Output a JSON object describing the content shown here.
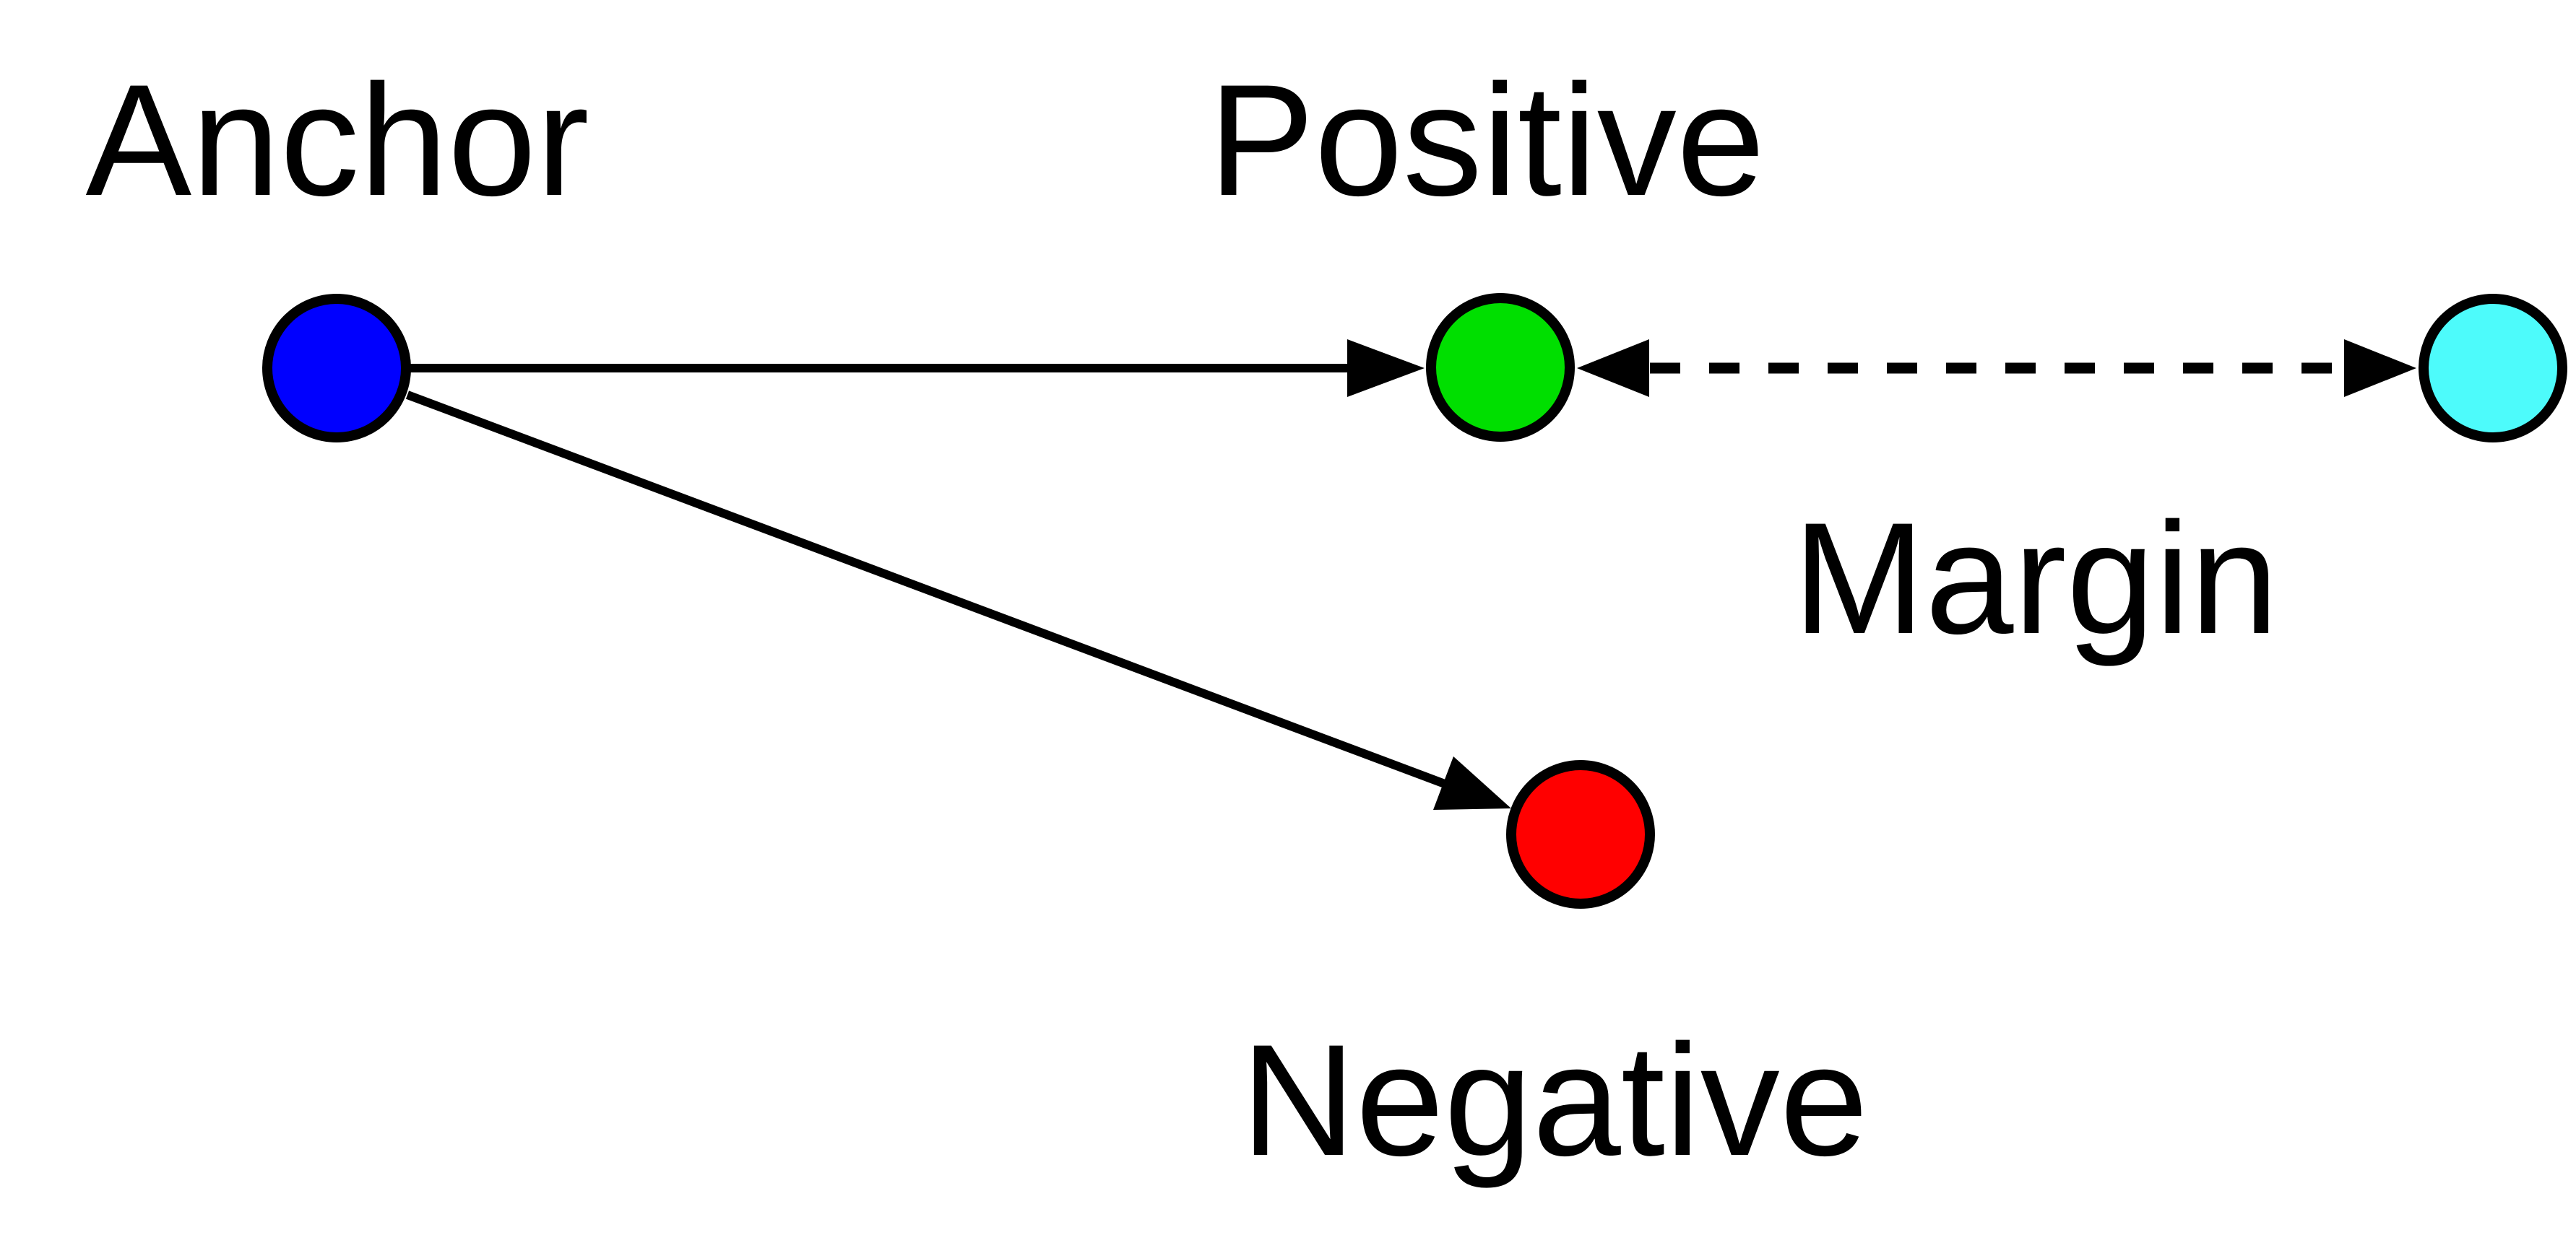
{
  "diagram": {
    "type": "triplet-loss-margin-diagram",
    "labels": {
      "anchor": "Anchor",
      "positive": "Positive",
      "negative": "Negative",
      "margin": "Margin"
    },
    "colors": {
      "anchor_node": "#0000FF",
      "positive_node": "#00DF00",
      "negative_node": "#FF0000",
      "margin_node": "#4DFBFB",
      "line": "#000000",
      "text": "#000000",
      "background": "#FFFFFF"
    },
    "edges": {
      "anchor_to_positive": {
        "style": "solid",
        "arrow": "single-head"
      },
      "anchor_to_negative": {
        "style": "solid",
        "arrow": "single-head"
      },
      "positive_to_margin_node": {
        "style": "dashed",
        "arrow": "double-head",
        "label": "Margin"
      }
    }
  }
}
